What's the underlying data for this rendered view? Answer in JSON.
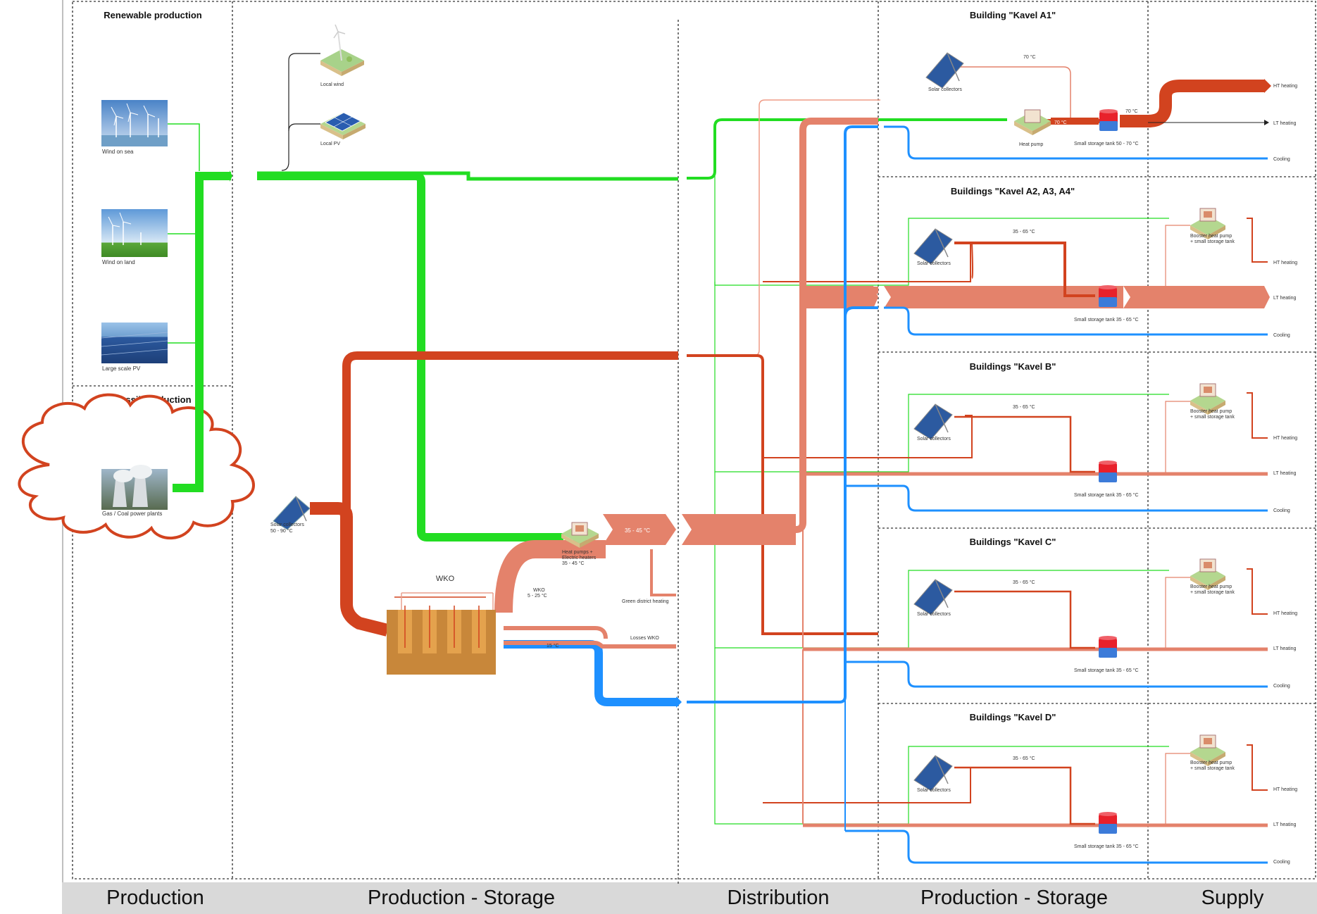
{
  "sections": {
    "renewable": "Renewable production",
    "fossil": "Fossil production",
    "kavel_a1": "Building \"Kavel A1\"",
    "kavel_a234": "Buildings \"Kavel A2, A3, A4\"",
    "kavel_b": "Buildings \"Kavel B\"",
    "kavel_c": "Buildings \"Kavel C\"",
    "kavel_d": "Buildings \"Kavel D\""
  },
  "phases": [
    "Production",
    "Production - Storage",
    "Distribution",
    "Production - Storage",
    "Supply"
  ],
  "sources": {
    "wind_sea": "Wind on sea",
    "wind_land": "Wind on land",
    "large_pv": "Large scale PV",
    "fossil_plant": "Gas / Coal power plants",
    "local_wind": "Local wind",
    "local_pv": "Local PV",
    "solar_collectors": "Solar collectors",
    "solar_temp": "50 - 90 °C"
  },
  "central": {
    "wko_title": "WKO",
    "heat_pumps": "Heat pumps +",
    "heat_pumps2": "Electric heaters",
    "heat_pumps_temp": "35 - 45 °C",
    "lt_flow_temp": "35 - 45 °C",
    "wko_label": "WKO",
    "wko_temp": "5 - 25 °C",
    "cold_temp": "15 °C",
    "green_dh": "Green district heating",
    "losses": "Losses WKO"
  },
  "a1": {
    "solar": "Solar collectors",
    "temp_top": "70 °C",
    "heat_pump": "Heat pump",
    "hp_temp": "70 °C",
    "tank_temp": "70 °C",
    "tank": "Small storage tank 50 - 70 °C",
    "ht": "HT heating",
    "lt": "LT heating",
    "cooling": "Cooling"
  },
  "blocks": {
    "solar": "Solar collectors",
    "temp": "35 - 65 °C",
    "tank": "Small storage tank 35 - 65 °C",
    "booster1": "Booster heat pump",
    "booster2": "+ small storage tank",
    "ht": "HT heating",
    "lt": "LT heating",
    "cooling": "Cooling"
  },
  "colors": {
    "electric": "#22dd22",
    "hot": "#d2431f",
    "warm": "#e4826b",
    "cold": "#1e90ff",
    "pv": "#2a5db0",
    "ground": "#c8873a"
  }
}
